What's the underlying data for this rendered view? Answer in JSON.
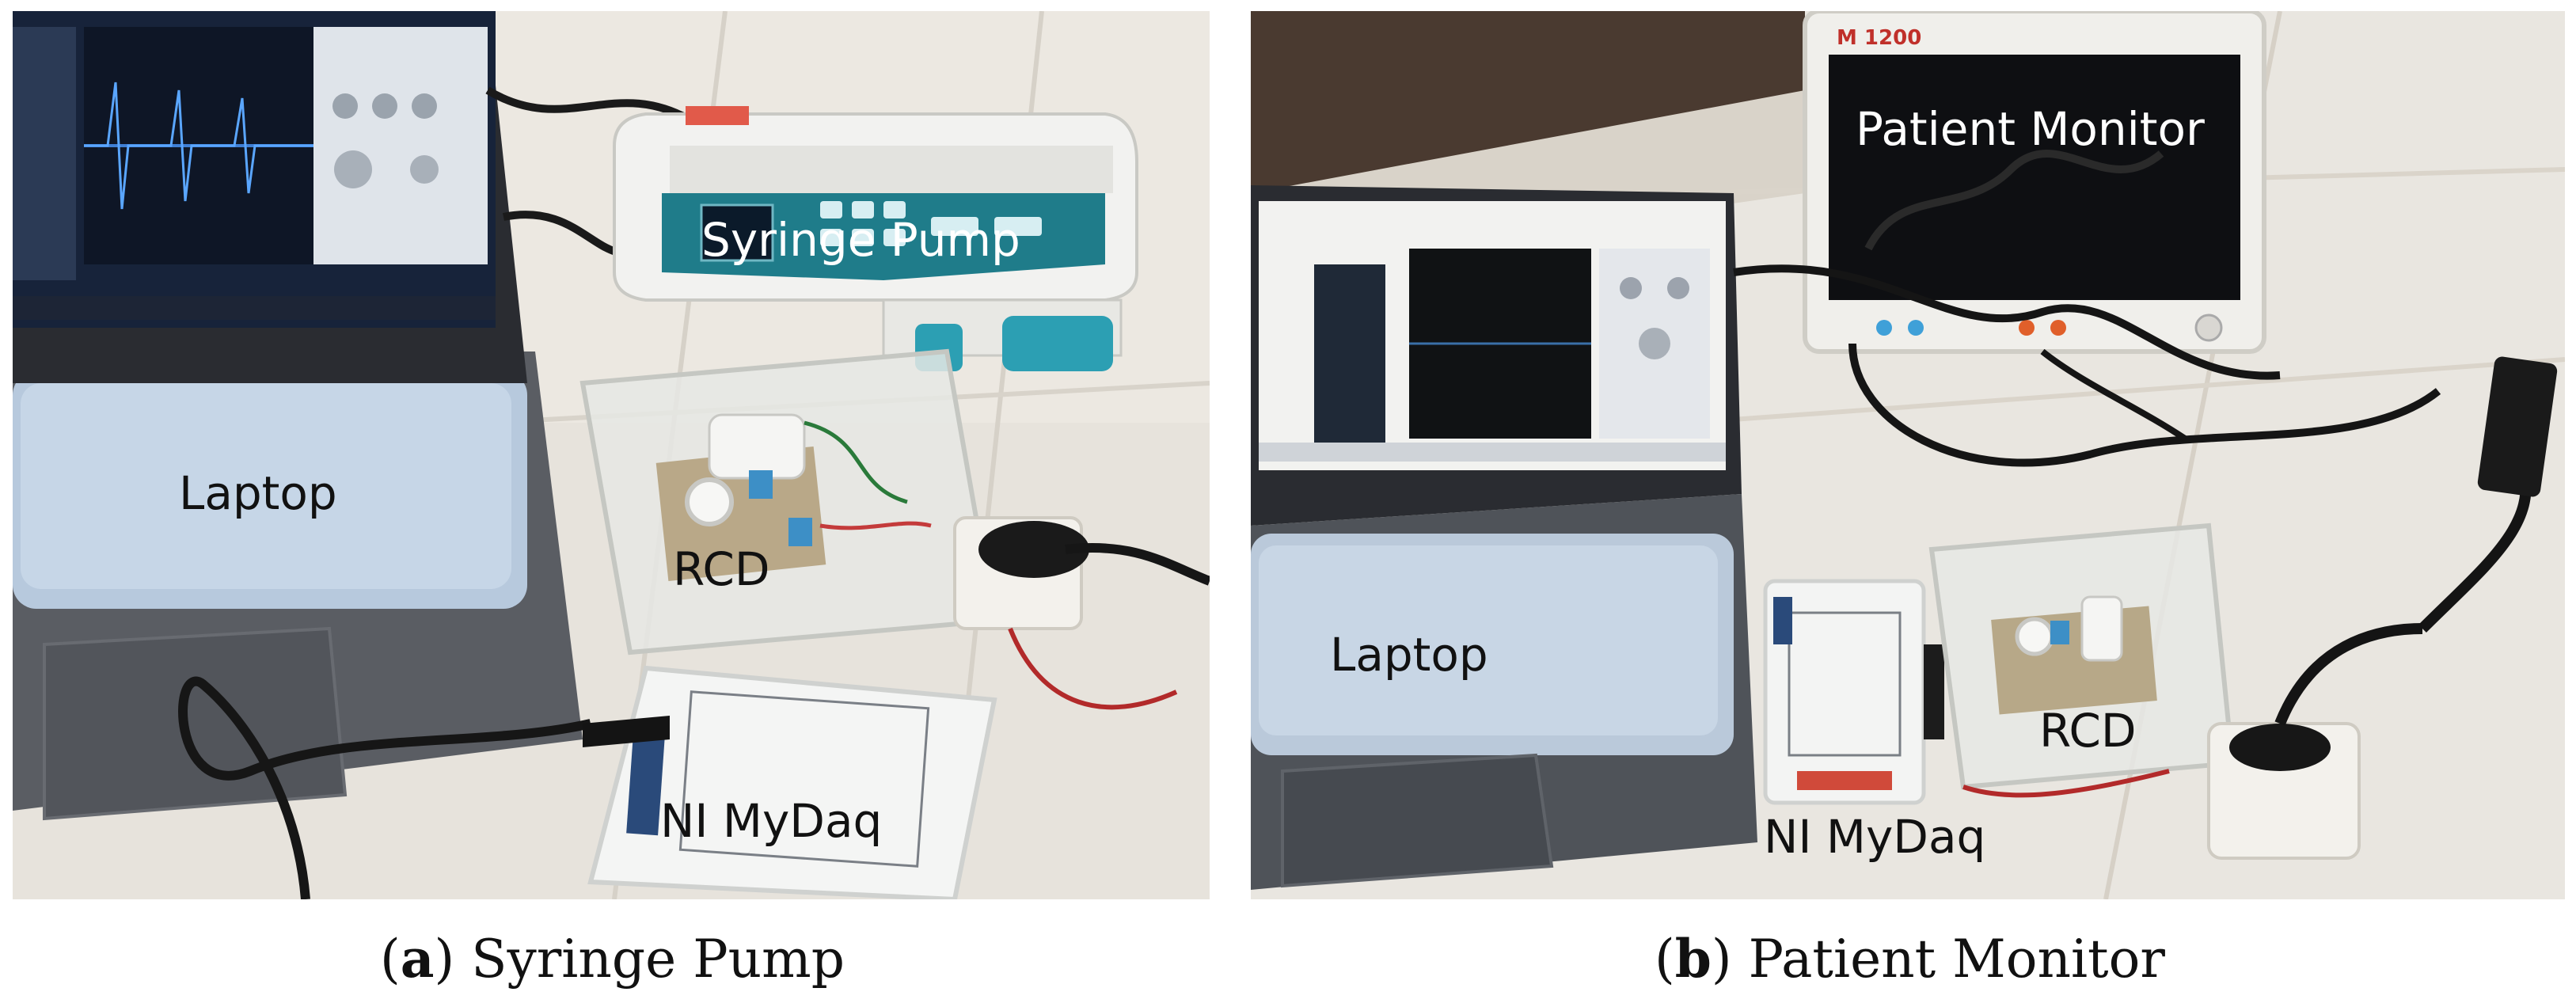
{
  "panels": [
    {
      "id": "a",
      "labels": {
        "laptop": "Laptop",
        "syringe_pump": "Syringe Pump",
        "rcd": "RCD",
        "daq": "NI MyDaq"
      },
      "caption": {
        "letter": "a",
        "text": "Syringe Pump"
      }
    },
    {
      "id": "b",
      "labels": {
        "patient_monitor": "Patient Monitor",
        "laptop": "Laptop",
        "rcd": "RCD",
        "daq": "NI MyDaq"
      },
      "monitor_brand": "M 1200",
      "caption": {
        "letter": "b",
        "text": "Patient Monitor"
      }
    }
  ]
}
